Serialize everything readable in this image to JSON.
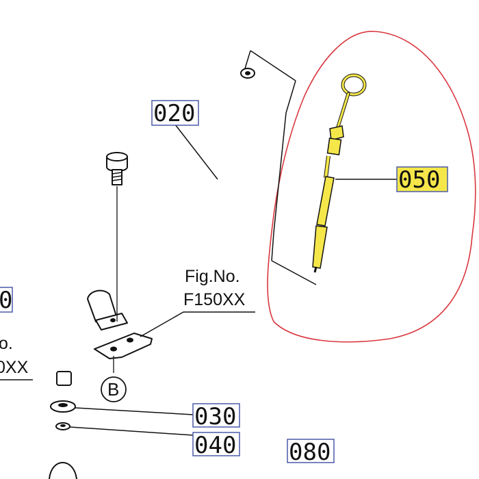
{
  "colors": {
    "ink": "#111111",
    "highlight": "#f5e74a",
    "circle_annotation": "#d9363e",
    "label_box": "#4b5aa8"
  },
  "callouts": {
    "c020": "020",
    "c030": "030",
    "c040": "040",
    "c050": "050",
    "c080": "080",
    "left_partial": "0"
  },
  "figure_ref": {
    "line1": "Fig.No.",
    "line2": "F150XX",
    "left_line1": "o.",
    "left_line2": "0XX"
  },
  "view_marker": "B"
}
